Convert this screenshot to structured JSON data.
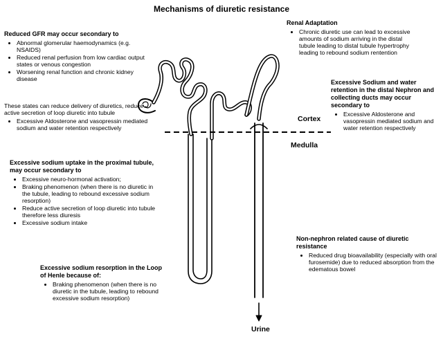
{
  "title": "Mechanisms of diuretic resistance",
  "labels": {
    "cortex": "Cortex",
    "medulla": "Medulla",
    "urine": "Urine"
  },
  "gfr": {
    "heading": "Reduced GFR may occur secondary to",
    "items": [
      "Abnormal glomerular haemodynamics (e.g. NSAIDS)",
      "Reduced renal perfusion from low cardiac output states or venous congestion",
      "Worsening renal function and chronic kidney disease"
    ]
  },
  "delivery": {
    "text": "These states can reduce delivery of diuretics, reduce active secretion of loop diuretic into tubule",
    "items": [
      "Excessive Aldosterone and vasopressin mediated sodium and water retention respectively"
    ]
  },
  "proximal": {
    "heading": "Excessive sodium uptake in the proximal tubule, may occur secondary to",
    "items": [
      "Excessive neuro-hormonal activation;",
      "Braking phenomenon (when there is no diuretic in the tubule, leading to rebound excessive sodium resorption)",
      "Reduce active secretion of loop diuretic into tubule therefore less diuresis",
      "Excessive sodium intake"
    ]
  },
  "henle": {
    "heading": "Excessive sodium resorption in the Loop of Henle because of:",
    "items": [
      "Braking phenomenon (when there is no diuretic in the tubule, leading to rebound excessive sodium resorption)"
    ]
  },
  "renal": {
    "heading": "Renal Adaptation",
    "items": [
      "Chronic diuretic use can lead to excessive amounts of sodium arriving in the distal tubule leading to distal tubule hypertrophy leading to rebound sodium rentention"
    ]
  },
  "distal": {
    "heading": "Excessive Sodium and water retention in the distal Nephron and collecting ducts may occur secondary to",
    "items": [
      "Excessive Aldosterone and vasopressin mediated sodium and water retention respectively"
    ]
  },
  "nonnephron": {
    "heading": "Non-nephron related cause of diuretic resistance",
    "items": [
      "Reduced drug bioavailability (especially with oral furosemide) due to reduced absorption from the edematous bowel"
    ]
  }
}
